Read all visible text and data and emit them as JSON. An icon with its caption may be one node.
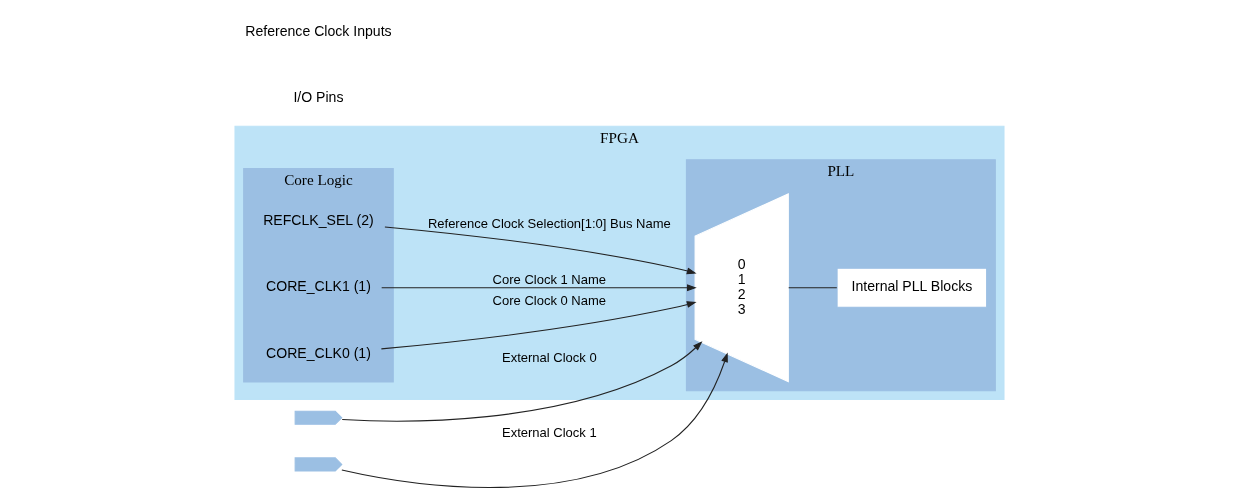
{
  "diagram": {
    "nodes": [
      {
        "text": [
          "FPGA"
        ]
      },
      {
        "text": [],
        "shape": "arrow"
      },
      {
        "text": [],
        "shape": "arrow"
      },
      {
        "text": [
          "Core Logic"
        ],
        "in": 0
      },
      {
        "text": [
          "CORE_CLK0 (1)"
        ],
        "in": 3
      },
      {
        "text": [
          "CORE_CLK1 (1)"
        ],
        "in": 3
      },
      {
        "text": [
          "REFCLK_SEL (2)"
        ],
        "in": 3
      },
      {
        "text": [
          "PLL"
        ],
        "in": 0
      },
      {
        "text": [
          "0",
          "1",
          "2",
          "3"
        ],
        "in": 7
      },
      {
        "text": [
          "Internal PLL Blocks"
        ],
        "in": 7
      }
    ],
    "edges": [
      {
        "from": 1,
        "to": 8,
        "arrow": "to",
        "label": "External Clock 0"
      },
      {
        "from": 2,
        "to": 8,
        "arrow": "to",
        "label": "External Clock 1"
      },
      {
        "from": 4,
        "to": 8,
        "arrow": "to",
        "label": "Core Clock 0 Name"
      },
      {
        "from": 5,
        "to": 8,
        "arrow": "to",
        "label": "Core Clock 1 Name"
      },
      {
        "from": 6,
        "to": 8,
        "arrow": "to",
        "label": "Reference Clock Selection[1:0] Bus Name"
      },
      {
        "from": 8,
        "to": 9,
        "arrow": "none"
      }
    ],
    "labels": [
      "I/O Pins",
      "Reference Clock Inputs"
    ]
  }
}
